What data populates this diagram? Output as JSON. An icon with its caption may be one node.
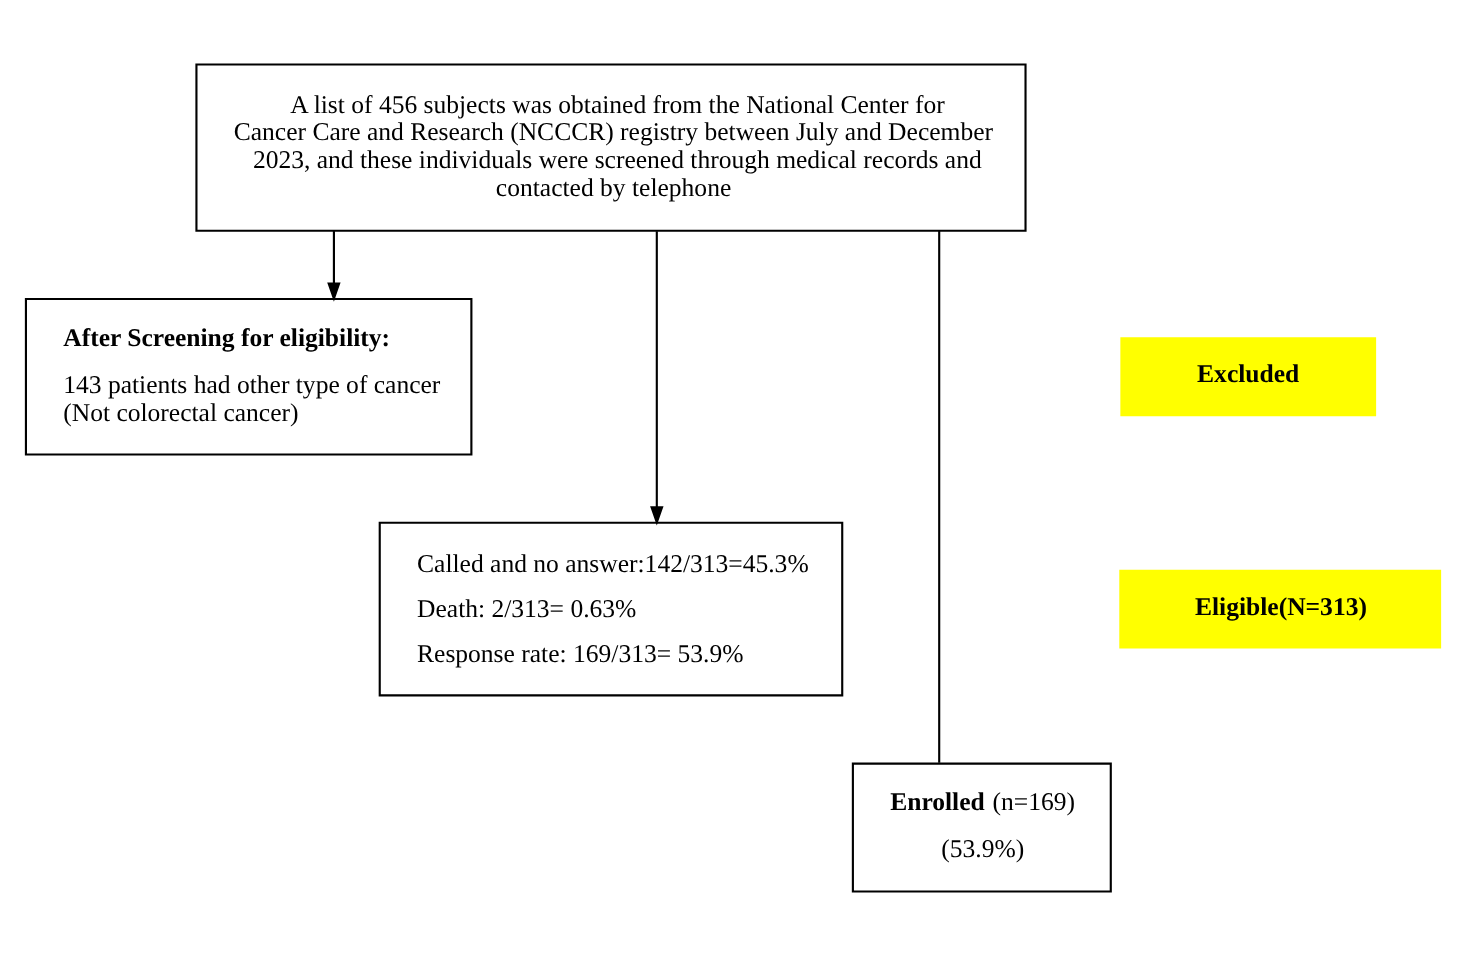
{
  "diagram": {
    "nodes": [
      {
        "text": [
          "A list of 456 subjects was obtained from the National Center for Cancer Care and Research (NCCCR) registry between July and December 2023, and these individuals were screened through medical records and contacted by telephone"
        ]
      },
      {
        "text": [
          "Excluded"
        ]
      },
      {
        "text": [
          "After Screening for eligibility:",
          "143 patients had other type of cancer (Not colorectal cancer)"
        ]
      },
      {
        "text": [
          "Eligible(N=313)"
        ]
      },
      {
        "text": [
          "Called and no answer:142/313=45.3%",
          "Death: 2/313= 0.63%",
          "Response rate: 169/313= 53.9%"
        ]
      },
      {
        "text": [
          "**Enrolled** (n=169)",
          "(53.9%)"
        ]
      }
    ],
    "edges": [
      {
        "from": 0,
        "to": 2,
        "arrow": "to"
      },
      {
        "from": 0,
        "to": 4,
        "arrow": "to"
      },
      {
        "from": 0,
        "to": 5,
        "arrow": "none"
      }
    ]
  }
}
